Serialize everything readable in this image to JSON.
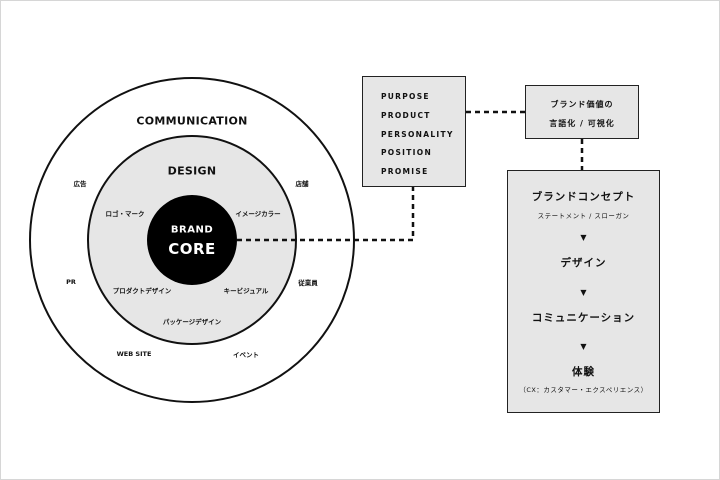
{
  "diagram": {
    "outer_ring": {
      "title": "COMMUNICATION",
      "labels": [
        "広告",
        "店舗",
        "PR",
        "従業員",
        "WEB SITE",
        "イベント"
      ]
    },
    "inner_ring": {
      "title": "DESIGN",
      "labels": [
        "ロゴ・マーク",
        "イメージカラー",
        "プロダクトデザイン",
        "キービジュアル",
        "パッケージデザイン"
      ]
    },
    "core": {
      "line1": "BRAND",
      "line2": "CORE"
    },
    "purpose_box": {
      "items": [
        "PURPOSE",
        "PRODUCT",
        "PERSONALITY",
        "POSITION",
        "PROMISE"
      ]
    },
    "value_box": {
      "line1": "ブランド価値の",
      "line2": "言語化 / 可視化"
    },
    "flow_box": {
      "steps": [
        {
          "title": "ブランドコンセプト",
          "sub": "ステートメント / スローガン"
        },
        {
          "title": "デザイン"
        },
        {
          "title": "コミュニケーション"
        },
        {
          "title": "体験",
          "sub": "（CX：カスタマー・エクスペリエンス）"
        }
      ],
      "arrow": "▼"
    },
    "colors": {
      "box_fill": "#e6e6e6",
      "inner_ring_fill": "#e6e6e6",
      "core_fill": "#000000",
      "line": "#111111"
    }
  }
}
